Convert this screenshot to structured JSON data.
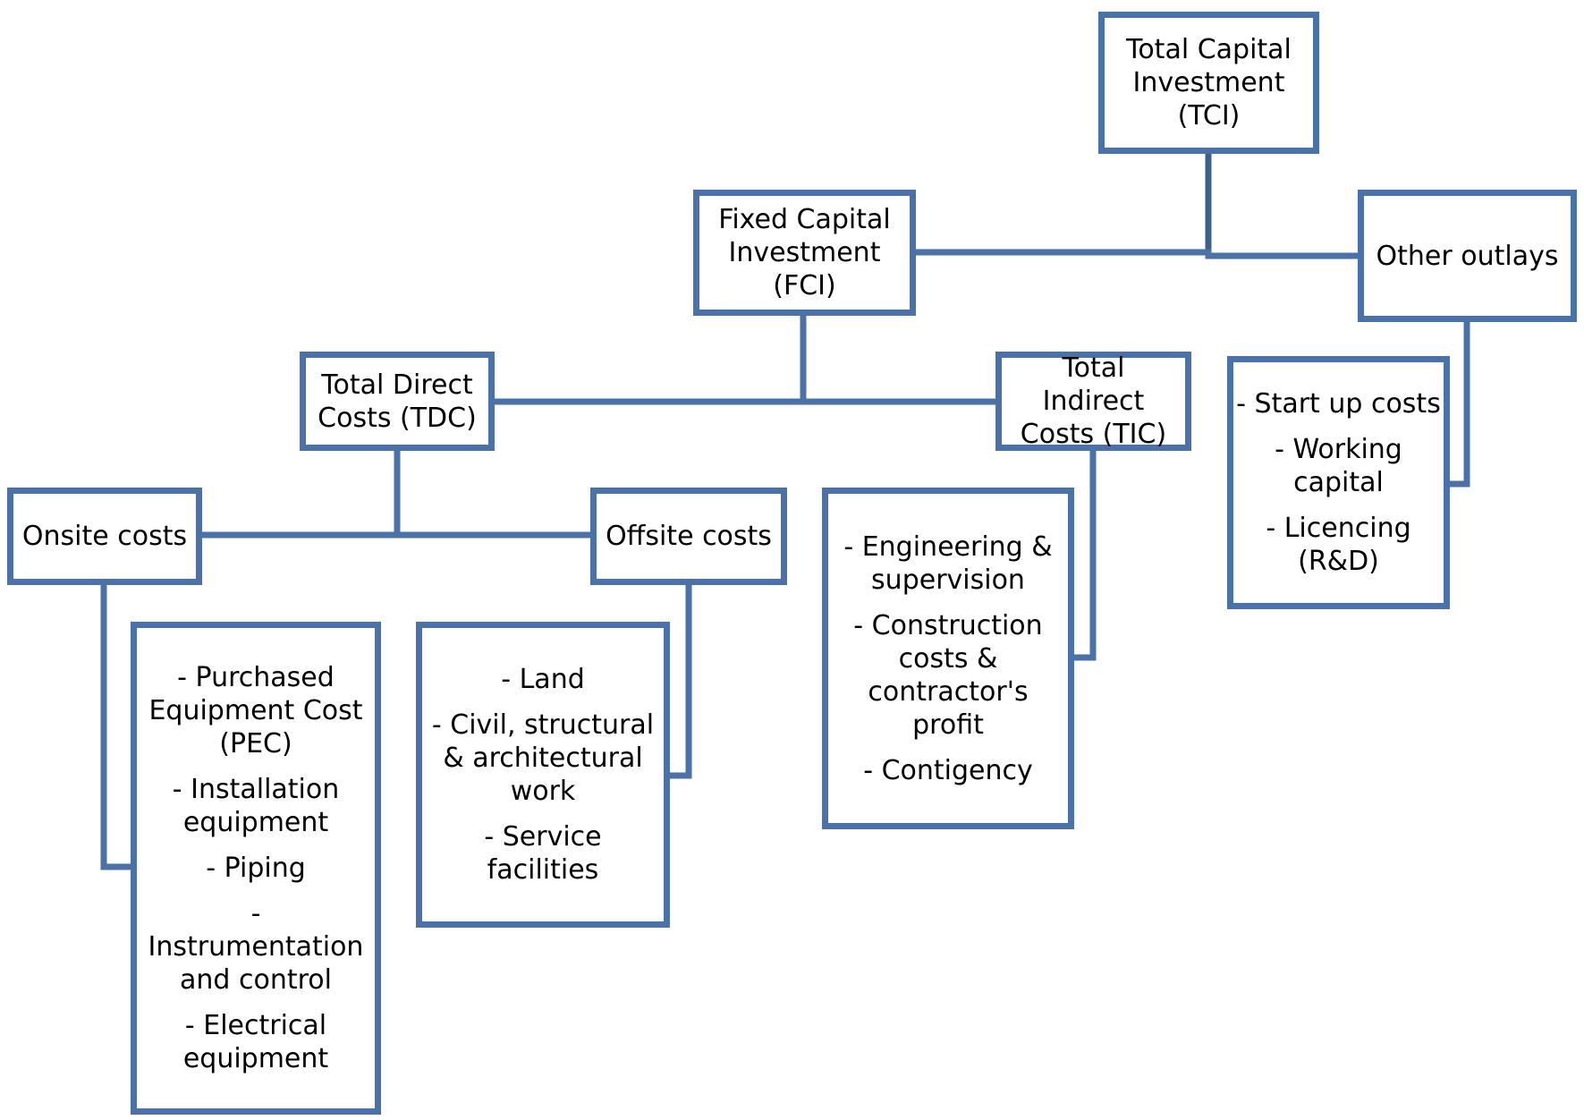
{
  "accent_color": "#4a72a8",
  "nodes": {
    "tci": "Total Capital Investment (TCI)",
    "fci": "Fixed Capital Investment (FCI)",
    "other": "Other outlays",
    "tdc": "Total Direct Costs (TDC)",
    "tic": "Total Indirect Costs (TIC)",
    "onsite": "Onsite costs",
    "offsite": "Offsite costs"
  },
  "lists": {
    "onsite": [
      "- Purchased Equipment Cost (PEC)",
      "- Installation equipment",
      "- Piping",
      "- Instrumentation and control",
      "- Electrical equipment"
    ],
    "offsite": [
      "- Land",
      "- Civil, structural & architectural work",
      "- Service facilities"
    ],
    "tic": [
      "- Engineering & supervision",
      "- Construction costs & contractor's profit",
      "- Contigency"
    ],
    "other": [
      "- Start up costs",
      "- Working capital",
      "- Licencing (R&D)"
    ]
  }
}
